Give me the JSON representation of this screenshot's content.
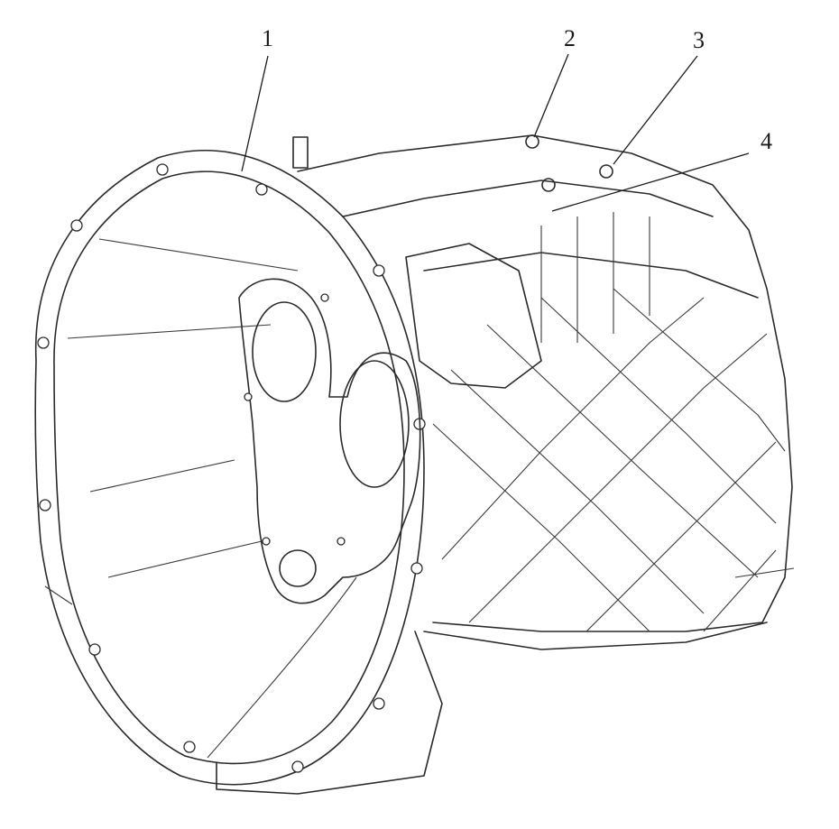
{
  "callouts": [
    {
      "id": "1",
      "label": "1"
    },
    {
      "id": "2",
      "label": "2"
    },
    {
      "id": "3",
      "label": "3"
    },
    {
      "id": "4",
      "label": "4"
    }
  ],
  "colors": {
    "line": "#2a2a2a",
    "background": "#ffffff"
  }
}
